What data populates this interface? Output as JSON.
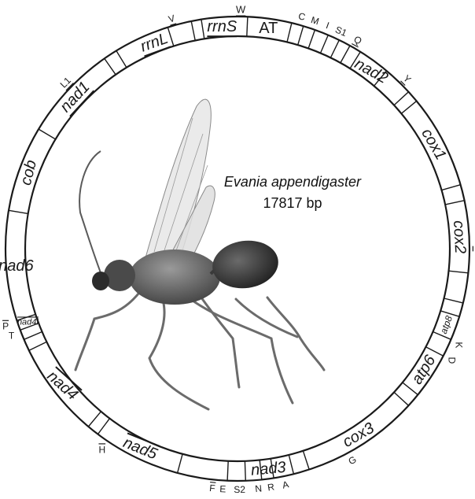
{
  "title": "Evania appendigaster",
  "size_label": "17817 bp",
  "genes": [
    {
      "label": "AT",
      "italic": false
    },
    {
      "label": "nad2",
      "italic": true
    },
    {
      "label": "cox1",
      "italic": true
    },
    {
      "label": "cox2",
      "italic": true
    },
    {
      "label": "atp8",
      "italic": true
    },
    {
      "label": "atp6",
      "italic": true
    },
    {
      "label": "cox3",
      "italic": true
    },
    {
      "label": "nad3",
      "italic": true
    },
    {
      "label": "nad5",
      "italic": true,
      "overline": true
    },
    {
      "label": "nad4",
      "italic": true,
      "overline": true
    },
    {
      "label": "nad4l",
      "italic": true,
      "overline": true
    },
    {
      "label": "nad6",
      "italic": true
    },
    {
      "label": "cob",
      "italic": true
    },
    {
      "label": "nad1",
      "italic": true,
      "underline": true
    },
    {
      "label": "rrnL",
      "italic": true,
      "underline": true
    },
    {
      "label": "rrnS",
      "italic": true,
      "underline": true
    }
  ],
  "trnas": [
    {
      "label": "W",
      "underline": true
    },
    {
      "label": "C"
    },
    {
      "label": "M"
    },
    {
      "label": "I"
    },
    {
      "label": "S1"
    },
    {
      "label": "Q",
      "underline": true
    },
    {
      "label": "Y",
      "underline": true
    },
    {
      "label": "L",
      "underline": true
    },
    {
      "label": "K"
    },
    {
      "label": "D"
    },
    {
      "label": "G"
    },
    {
      "label": "A"
    },
    {
      "label": "R"
    },
    {
      "label": "N"
    },
    {
      "label": "S2"
    },
    {
      "label": "E"
    },
    {
      "label": "F",
      "overline": true
    },
    {
      "label": "H",
      "overline": true
    },
    {
      "label": "T"
    },
    {
      "label": "P",
      "overline": true
    },
    {
      "label": "L1",
      "underline": true
    },
    {
      "label": "V",
      "underline": true
    }
  ],
  "illustration": {
    "subject": "wasp (Evania appendigaster)"
  }
}
